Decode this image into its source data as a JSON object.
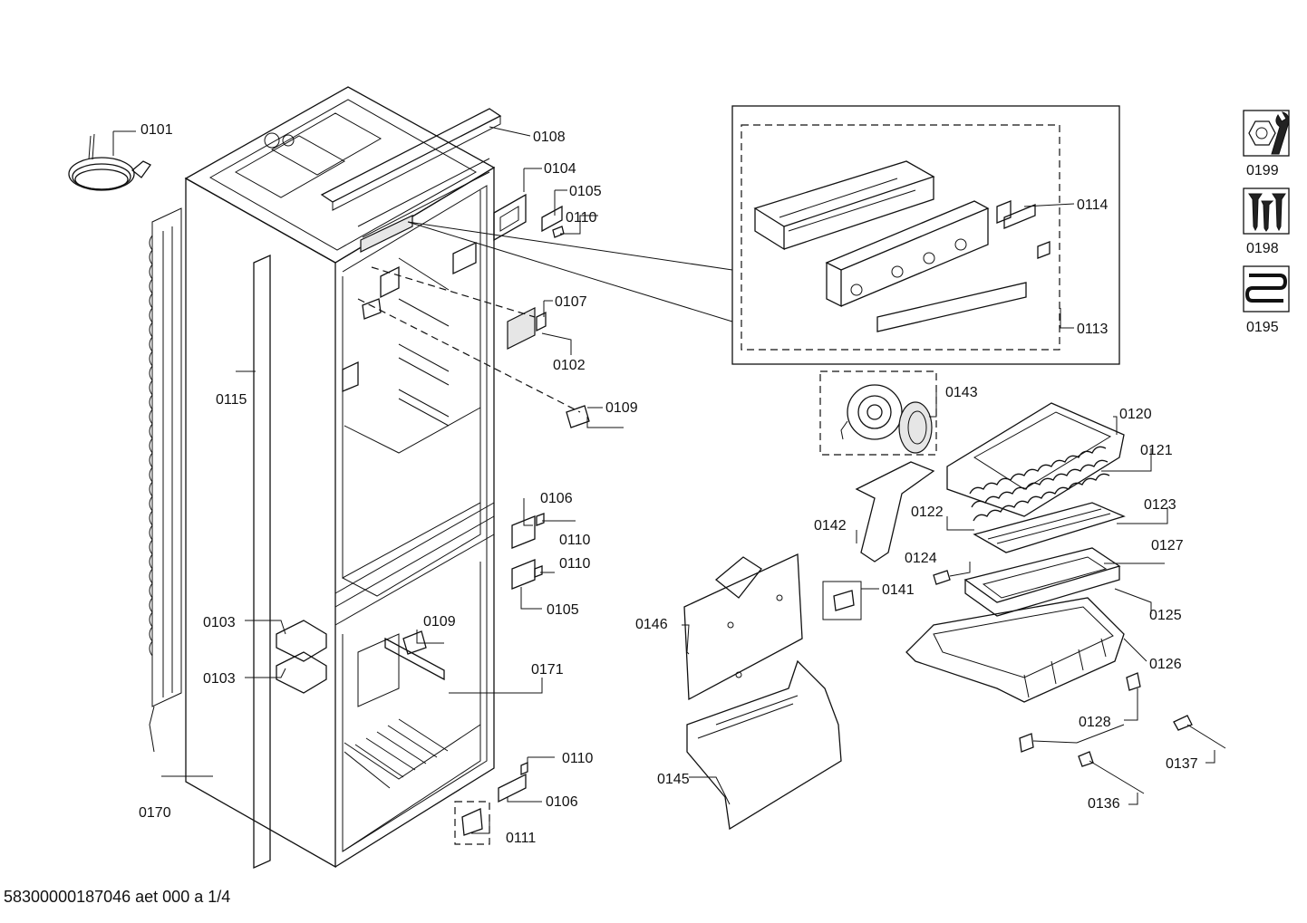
{
  "footer": {
    "document_id": "58300000187046 aet 000 a 1/4"
  },
  "parts": {
    "p0101": "0101",
    "p0108": "0108",
    "p0104": "0104",
    "p0105a": "0105",
    "p0110a": "0110",
    "p0114": "0114",
    "p0113": "0113",
    "p0107": "0107",
    "p0102": "0102",
    "p0109a": "0109",
    "p0115": "0115",
    "p0143": "0143",
    "p0120": "0120",
    "p0121": "0121",
    "p0122": "0122",
    "p0123": "0123",
    "p0142": "0142",
    "p0106a": "0106",
    "p0110b": "0110",
    "p0110c": "0110",
    "p0105b": "0105",
    "p0124": "0124",
    "p0127": "0127",
    "p0141": "0141",
    "p0125": "0125",
    "p0146": "0146",
    "p0103a": "0103",
    "p0109b": "0109",
    "p0103b": "0103",
    "p0171": "0171",
    "p0126": "0126",
    "p0128": "0128",
    "p0110d": "0110",
    "p0137": "0137",
    "p0106b": "0106",
    "p0145": "0145",
    "p0170": "0170",
    "p0136": "0136",
    "p0111": "0111"
  },
  "side_icons": [
    {
      "icon": "wrench-nut-icon",
      "label": "0199"
    },
    {
      "icon": "screws-icon",
      "label": "0198"
    },
    {
      "icon": "heating-coil-icon",
      "label": "0195"
    }
  ]
}
